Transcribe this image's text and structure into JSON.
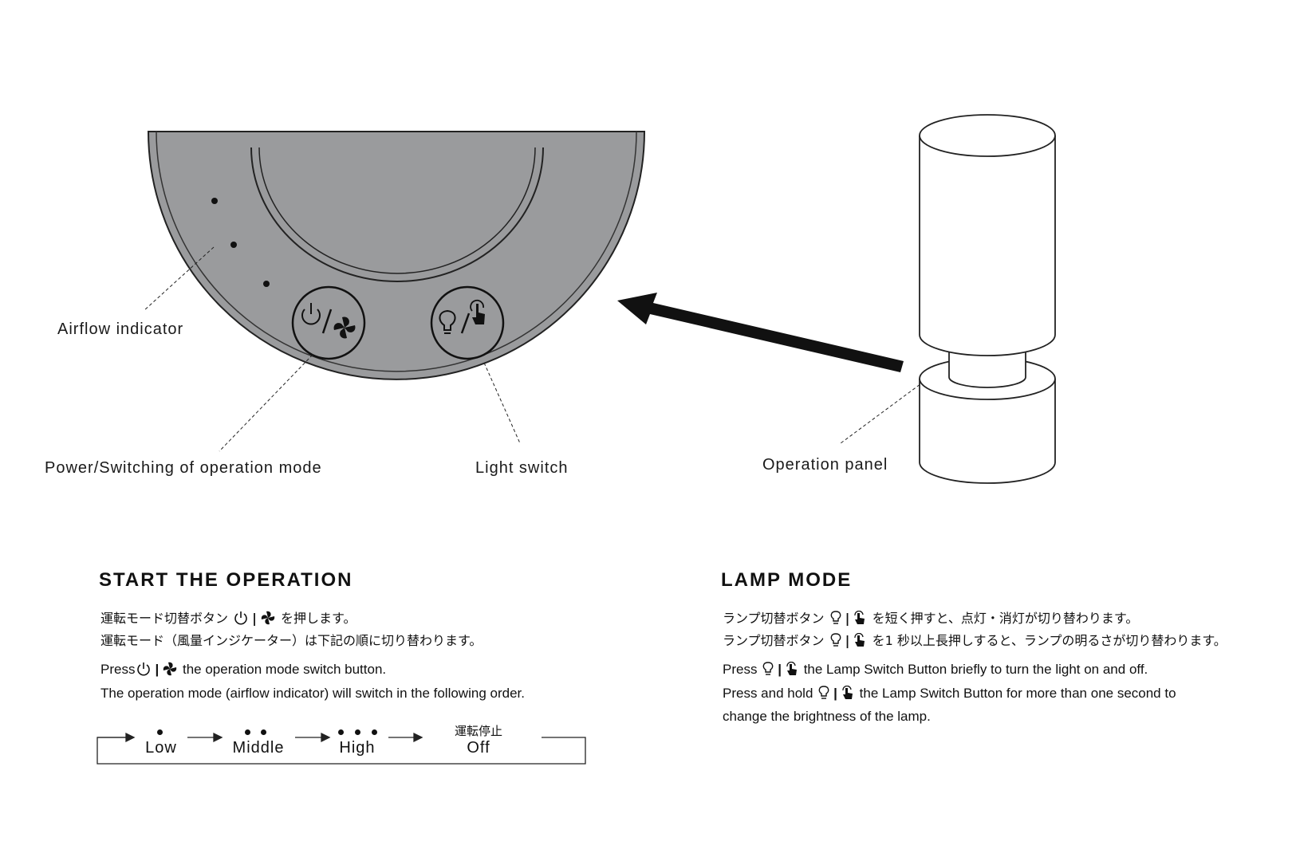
{
  "labels": {
    "airflow_indicator": "Airflow indicator",
    "power_switching": "Power/Switching of operation mode",
    "light_switch": "Light switch",
    "operation_panel": "Operation panel"
  },
  "start": {
    "heading": "START THE OPERATION",
    "jp_line1_pre": "運転モード切替ボタン",
    "jp_line1_post": "を押します。",
    "jp_line2": "運転モード（風量インジケーター）は下記の順に切り替わります。",
    "en_line1_pre": "Press",
    "en_line1_post": "the operation mode switch button.",
    "en_line2": "The operation mode (airflow indicator) will switch in the following order.",
    "flow": {
      "low": "Low",
      "middle": "Middle",
      "high": "High",
      "off_jp": "運転停止",
      "off": "Off"
    }
  },
  "lamp": {
    "heading": "LAMP MODE",
    "jp_line1_pre": "ランプ切替ボタン",
    "jp_line1_post": "を短く押すと、点灯・消灯が切り替わります。",
    "jp_line2_pre": "ランプ切替ボタン",
    "jp_line2_post": "を1 秒以上長押しすると、ランプの明るさが切り替わります。",
    "en_line1_pre": "Press",
    "en_line1_post": "the Lamp Switch Button briefly to turn the light on and off.",
    "en_line2_pre": "Press and hold",
    "en_line2_post": "the Lamp Switch Button for more than one second to",
    "en_line3": "change the brightness of the lamp."
  },
  "colors": {
    "panel_fill": "#9a9b9d",
    "ink": "#111111"
  },
  "icons": [
    "power-icon",
    "fan-icon",
    "bulb-icon",
    "hand-press-icon",
    "arrow-icon"
  ]
}
